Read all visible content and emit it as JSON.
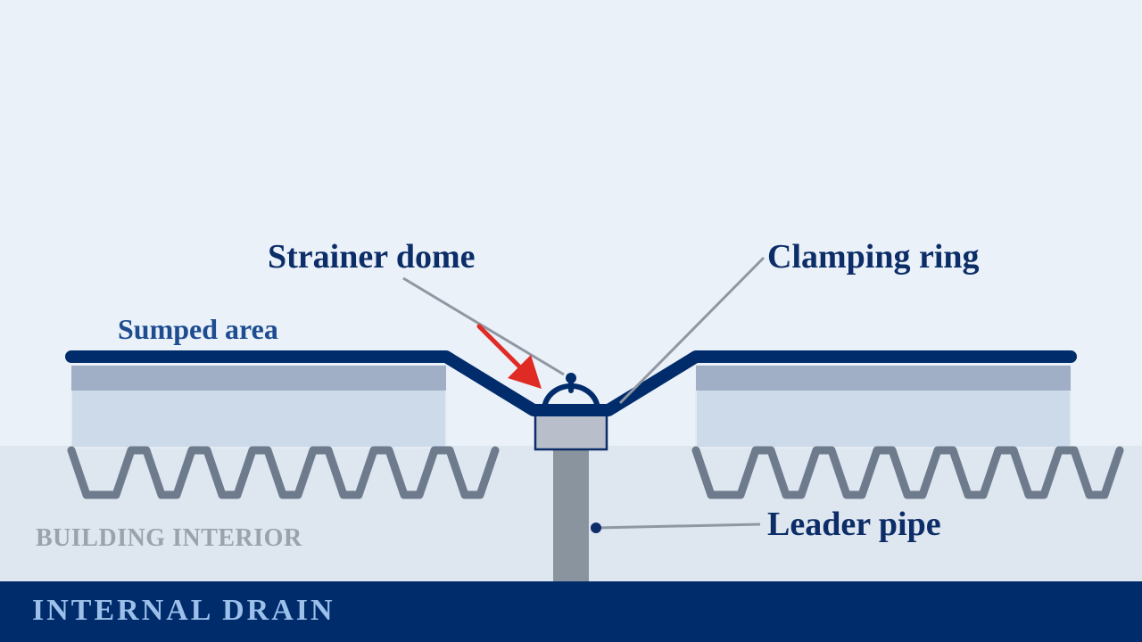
{
  "labels": {
    "strainer_dome": "Strainer dome",
    "clamping_ring": "Clamping ring",
    "sumped_area": "Sumped area",
    "leader_pipe": "Leader pipe",
    "building_interior": "BUILDING INTERIOR"
  },
  "title": "INTERNAL DRAIN",
  "colors": {
    "sky": "#eaf1f8",
    "interior": "#dee6ef",
    "membrane": "#002c6c",
    "cover_board": "#a0afc5",
    "insulation": "#ccdae9",
    "deck": "#6e7b8c",
    "drain_body": "#b8bfcb",
    "pipe": "#8a949f",
    "leader_line": "#9097a2",
    "arrow": "#e02b25",
    "title_bar": "#002c6c",
    "title_text": "#9cc0ea"
  }
}
